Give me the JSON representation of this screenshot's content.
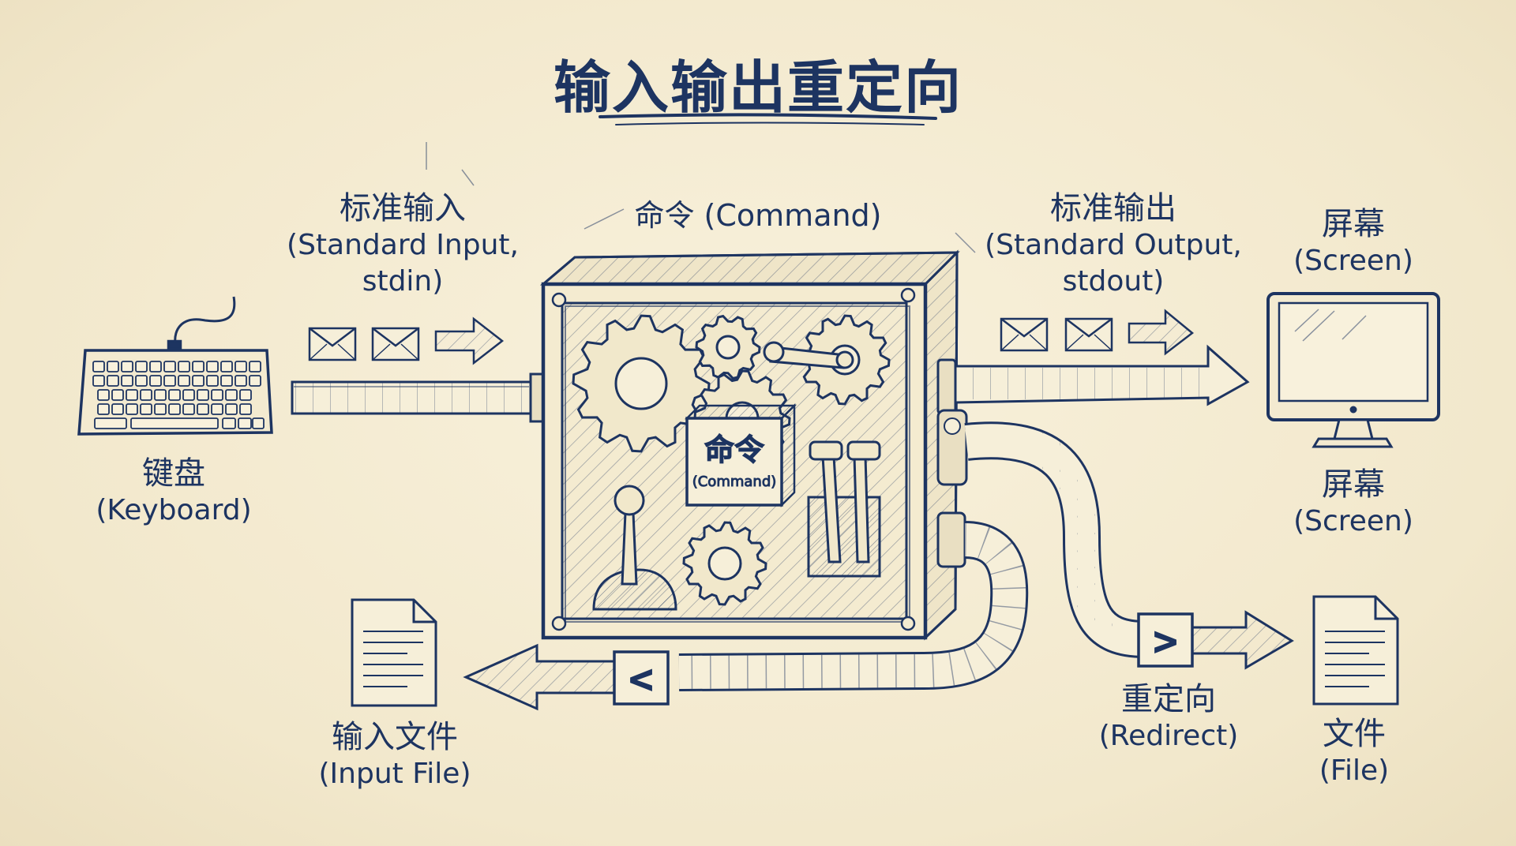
{
  "title": "输入输出重定向",
  "labels": {
    "stdin": {
      "zh": "标准输入",
      "en1": "(Standard Input,",
      "en2": "stdin)"
    },
    "command": {
      "text": "命令 (Command)"
    },
    "stdout": {
      "zh": "标准输出",
      "en1": "(Standard Output,",
      "en2": "stdout)"
    },
    "screen_top": {
      "zh": "屏幕",
      "en": "(Screen)"
    },
    "keyboard": {
      "zh": "键盘",
      "en": "(Keyboard)"
    },
    "screen_mid": {
      "zh": "屏幕",
      "en": "(Screen)"
    },
    "input_file": {
      "zh": "输入文件",
      "en": "(Input File)"
    },
    "redirect": {
      "zh": "重定向",
      "en": "(Redirect)"
    },
    "file": {
      "zh": "文件",
      "en": "(File)"
    }
  },
  "command_box": {
    "zh": "命令",
    "en": "(Command)"
  },
  "signs": {
    "input_redirect": "<",
    "output_redirect": ">"
  },
  "colors": {
    "ink": "#1d3461",
    "paper": "#f5edd6"
  },
  "icons": [
    "keyboard-icon",
    "monitor-icon",
    "document-icon",
    "envelope-icon",
    "gear-icon",
    "lever-icon",
    "joystick-icon",
    "pipe-icon"
  ]
}
